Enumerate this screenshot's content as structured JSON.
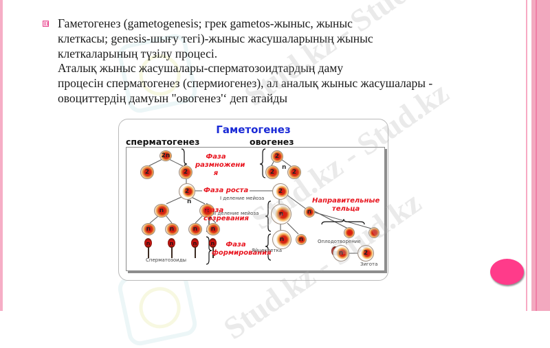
{
  "slide": {
    "bullet_icon": "pink-square-bullet-icon",
    "paragraph_lines": [
      "Гаметогенез (gametogenesis; грек gametos-жыныс, жыныс",
      "клеткасы; genesis-шығу тегі)-жыныс жасушаларының жыныс",
      "клеткаларының түзілу процесі.",
      "Аталық жыныс жасушалары-сперматозоидтардың даму",
      "процесін сперматогенез (спермиогенез), ал аналық жыныс жасушалары -",
      "овоциттердің дамуын \"овогенез'‘ деп атайды"
    ],
    "watermark_text": "Stud.kz - Stud.kz",
    "accent_colors": {
      "border_pink": "#f3a8bf",
      "dot_pink": "#ff3b8a",
      "diagram_title_blue": "#1a2ad6",
      "phase_red": "#e8141e"
    }
  },
  "diagram": {
    "title": "Гаметогенез",
    "left_column_title": "сперматогенез",
    "right_column_title": "овогенез",
    "phases": {
      "reproduction_line1": "Фаза",
      "reproduction_line2": "размножени",
      "reproduction_line3": "я",
      "growth": "Фаза роста",
      "maturation_line1": "Фаза",
      "maturation_line2": "созревания",
      "formation_line1": "Фаза",
      "formation_line2": "формирования",
      "polar_bodies_line1": "Направительные",
      "polar_bodies_line2": "тельца"
    },
    "labels": {
      "meiosis_1": "I деление мейоза",
      "meiosis_2": "II деление мейоза",
      "spermatozoa": "Сперматозоиды",
      "egg_cell": "Яйцеклетка",
      "fertilization": "Оплодотворение",
      "zygote": "Зигота"
    },
    "cell_labels": {
      "diploid_2n": "2n",
      "diploid_2": "2",
      "haploid_n": "n"
    }
  }
}
